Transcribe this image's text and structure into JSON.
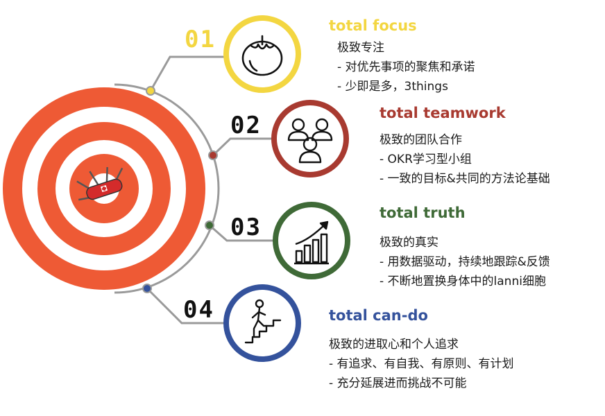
{
  "colors": {
    "target_outer": "#ee5a35",
    "target_gap": "#ffffff",
    "connector": "#9a9a9a",
    "focus": "#f3d641",
    "teamwork": "#a83a30",
    "truth": "#3f6a37",
    "cando": "#34529c"
  },
  "items": [
    {
      "number": "01",
      "title": "total focus",
      "icon": "tomato-icon",
      "heading": "极致专注",
      "points": [
        "- 对优先事项的聚焦和承诺",
        "- 少即是多，3things"
      ]
    },
    {
      "number": "02",
      "title": "total teamwork",
      "icon": "team-icon",
      "heading": "极致的团队合作",
      "points": [
        "- OKR学习型小组",
        "- 一致的目标&共同的方法论基础"
      ]
    },
    {
      "number": "03",
      "title": "total truth",
      "icon": "growth-chart-icon",
      "heading": "极致的真实",
      "points": [
        "- 用数据驱动，持续地跟踪&反馈",
        "- 不断地置换身体中的lanni细胞"
      ]
    },
    {
      "number": "04",
      "title": "total can-do",
      "icon": "stairs-climber-icon",
      "heading": "极致的进取心和个人追求",
      "points": [
        "- 有追求、有自我、有原则、有计划",
        "- 充分延展进而挑战不可能"
      ]
    }
  ],
  "center_icon": "swiss-army-knife-icon"
}
